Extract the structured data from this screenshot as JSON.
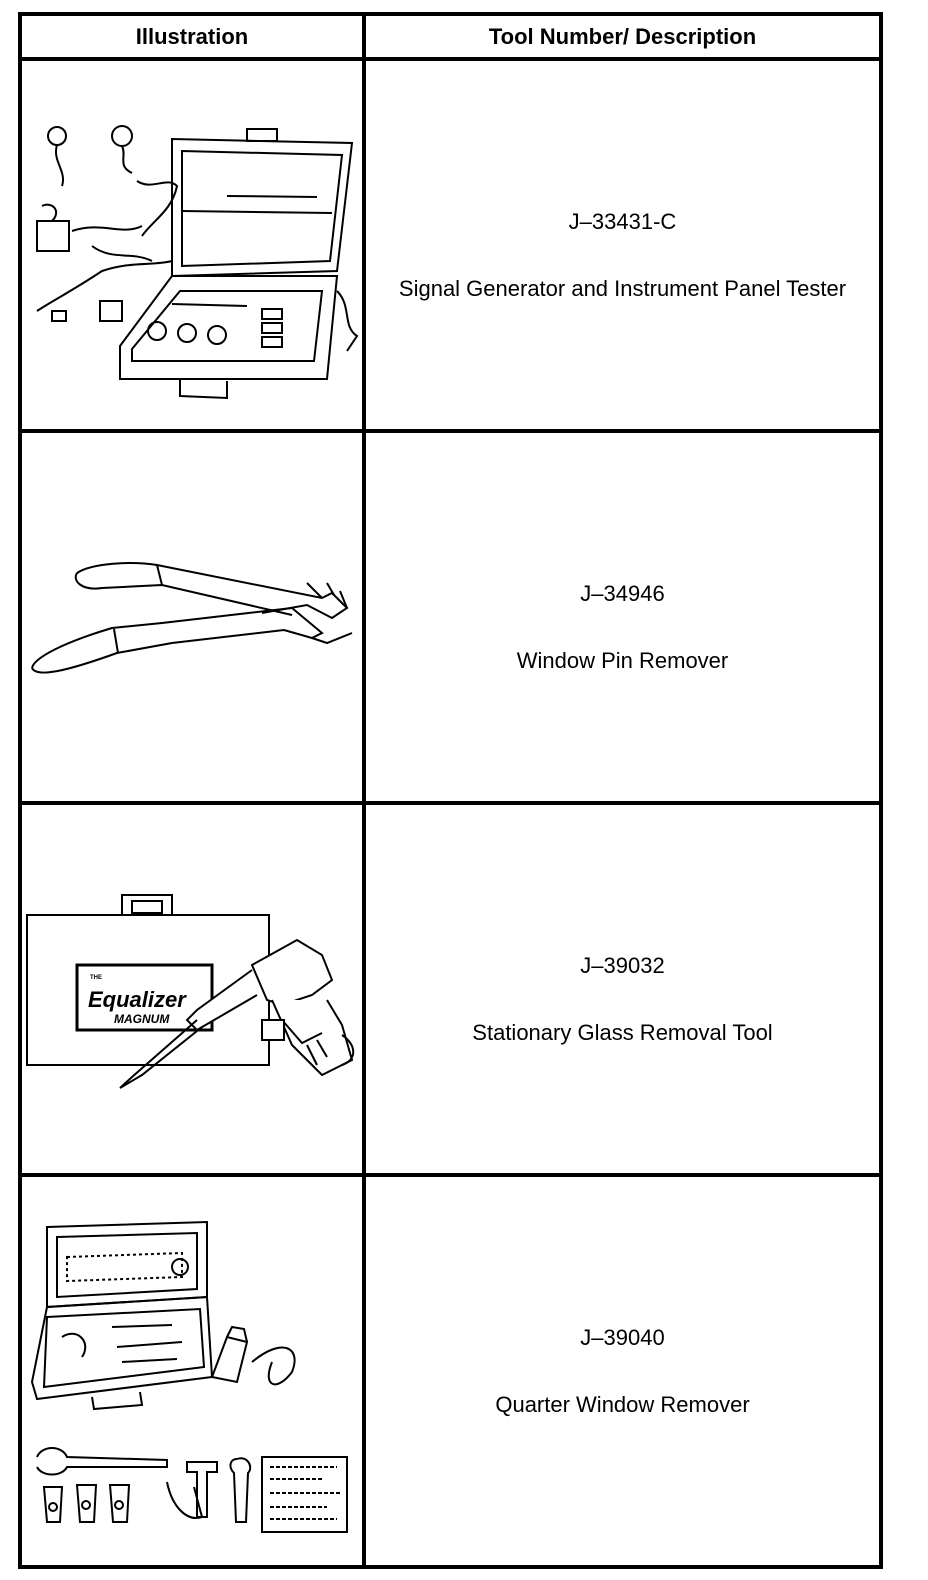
{
  "table": {
    "headers": {
      "illustration": "Illustration",
      "description": "Tool Number/ Description"
    },
    "rows": [
      {
        "tool_number": "J–33431-C",
        "description": "Signal Generator and Instrument Panel Tester",
        "illustration_icon": "signal-generator-kit-icon"
      },
      {
        "tool_number": "J–34946",
        "description": "Window Pin Remover",
        "illustration_icon": "window-pin-remover-icon"
      },
      {
        "tool_number": "J–39032",
        "description": "Stationary Glass Removal Tool",
        "illustration_icon": "glass-removal-tool-icon",
        "logo_text": {
          "small": "THE",
          "brand": "Equalizer",
          "sub": "MAGNUM"
        }
      },
      {
        "tool_number": "J–39040",
        "description": "Quarter Window Remover",
        "illustration_icon": "quarter-window-remover-kit-icon"
      }
    ]
  }
}
